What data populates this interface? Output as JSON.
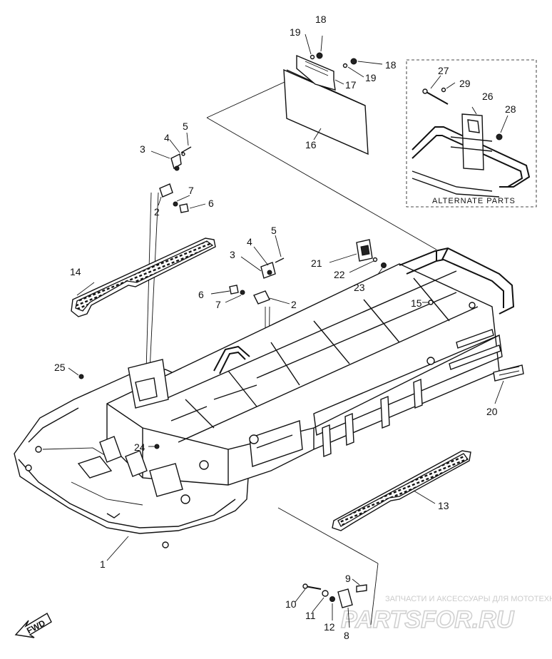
{
  "callouts": [
    {
      "id": "c18a",
      "text": "18"
    },
    {
      "id": "c19a",
      "text": "19"
    },
    {
      "id": "c18b",
      "text": "18"
    },
    {
      "id": "c19b",
      "text": "19"
    },
    {
      "id": "c17",
      "text": "17"
    },
    {
      "id": "c16",
      "text": "16"
    },
    {
      "id": "c27",
      "text": "27"
    },
    {
      "id": "c29",
      "text": "29"
    },
    {
      "id": "c26",
      "text": "26"
    },
    {
      "id": "c28",
      "text": "28"
    },
    {
      "id": "c5a",
      "text": "5"
    },
    {
      "id": "c4a",
      "text": "4"
    },
    {
      "id": "c3a",
      "text": "3"
    },
    {
      "id": "c7a",
      "text": "7"
    },
    {
      "id": "c2a",
      "text": "2"
    },
    {
      "id": "c6a",
      "text": "6"
    },
    {
      "id": "c5b",
      "text": "5"
    },
    {
      "id": "c4b",
      "text": "4"
    },
    {
      "id": "c3b",
      "text": "3"
    },
    {
      "id": "c21",
      "text": "21"
    },
    {
      "id": "c22",
      "text": "22"
    },
    {
      "id": "c23",
      "text": "23"
    },
    {
      "id": "c14",
      "text": "14"
    },
    {
      "id": "c6b",
      "text": "6"
    },
    {
      "id": "c7b",
      "text": "7"
    },
    {
      "id": "c2b",
      "text": "2"
    },
    {
      "id": "c15",
      "text": "15"
    },
    {
      "id": "c25",
      "text": "25"
    },
    {
      "id": "c20",
      "text": "20"
    },
    {
      "id": "c24",
      "text": "24"
    },
    {
      "id": "c13",
      "text": "13"
    },
    {
      "id": "c1",
      "text": "1"
    },
    {
      "id": "c9",
      "text": "9"
    },
    {
      "id": "c10",
      "text": "10"
    },
    {
      "id": "c11",
      "text": "11"
    },
    {
      "id": "c12",
      "text": "12"
    },
    {
      "id": "c8",
      "text": "8"
    }
  ],
  "alternate_parts_label": "ALTERNATE PARTS",
  "fwd_label": "FWD",
  "watermark": {
    "line1": "ЗАПЧАСТИ И АКСЕССУАРЫ ДЛЯ МОТОТЕХНИКИ",
    "site": "PARTSFOR.RU"
  },
  "colors": {
    "ink": "#111111",
    "paper": "#ffffff",
    "watermark": "#cccccc"
  }
}
